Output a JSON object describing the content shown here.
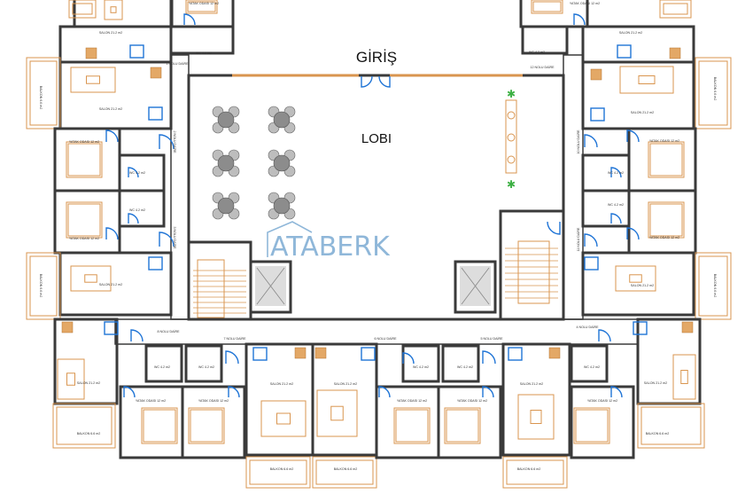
{
  "plan": {
    "entrance_label": "GİRİŞ",
    "lobby_label": "LOBI",
    "watermark": "ATABERK",
    "rooms": {
      "salon": "SALON 21.2 m2",
      "bedroom": "YATAK ODASI 12 m2",
      "wc": "WC 4.2 m2",
      "balcony": "BALKON 6.6 m2"
    },
    "apartments": {
      "a1": "1 NOLU DAİRE",
      "a2": "2 NOLU DAİRE",
      "a3": "3 NOLU DAİRE",
      "a4": "4 NOLU DAİRE",
      "a5": "5 NOLU DAİRE",
      "a6": "6 NOLU DAİRE",
      "a7": "7 NOLU DAİRE",
      "a8": "8 NOLU DAİRE",
      "a10": "10 NOLU DAİRE",
      "a11": "11 NOLU DAİRE",
      "a12": "12 NOLU DAİRE"
    },
    "colors": {
      "wall": "#3a3a3a",
      "furniture": "#d9954f",
      "door": "#1f74d6",
      "watermark": "#8fb7d9",
      "plant": "#3cb043"
    }
  }
}
